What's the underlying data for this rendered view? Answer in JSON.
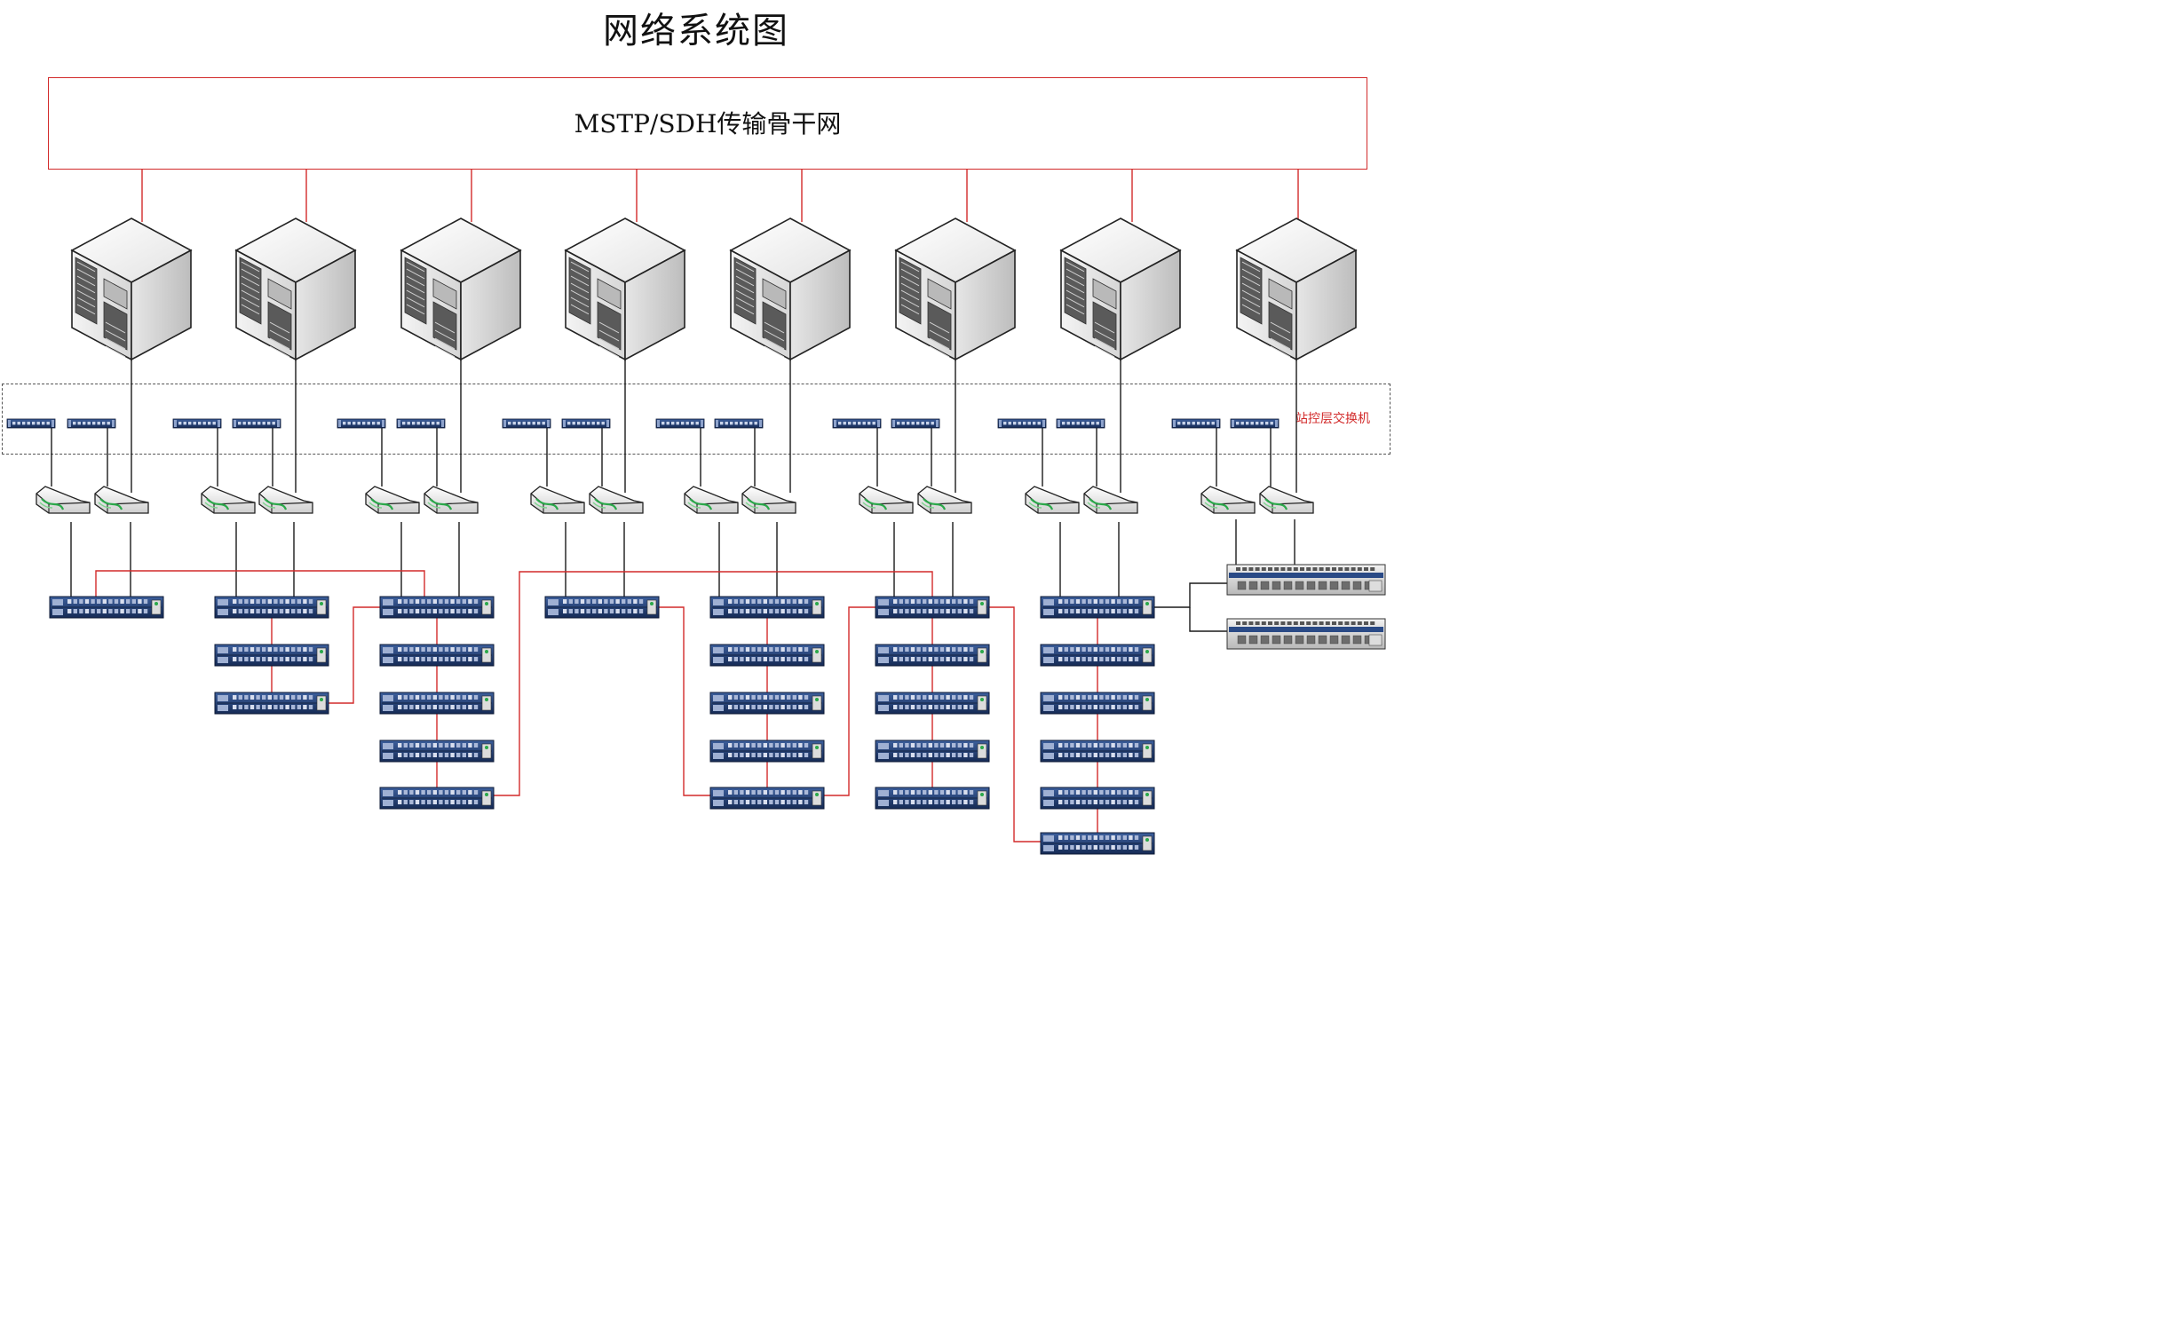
{
  "title": "网络系统图",
  "backbone": {
    "label": "MSTP/SDH传输骨干网"
  },
  "zone": {
    "label": "站控层交换机"
  },
  "colors": {
    "link_red": "#d22a2a",
    "link_black": "#1a1a1a",
    "device_blue": "#1f3f78"
  },
  "devices": [
    {
      "type": "server",
      "icon": "server-cube-icon",
      "count": 8
    },
    {
      "type": "zone-switch",
      "icon": "rack-switch-icon",
      "count": 16
    },
    {
      "type": "router",
      "icon": "router-icon",
      "count": 16
    },
    {
      "type": "rack-device",
      "icon": "rack-device-icon",
      "count": 26
    },
    {
      "type": "chassis-switch",
      "icon": "chassis-switch-icon",
      "count": 2
    }
  ]
}
